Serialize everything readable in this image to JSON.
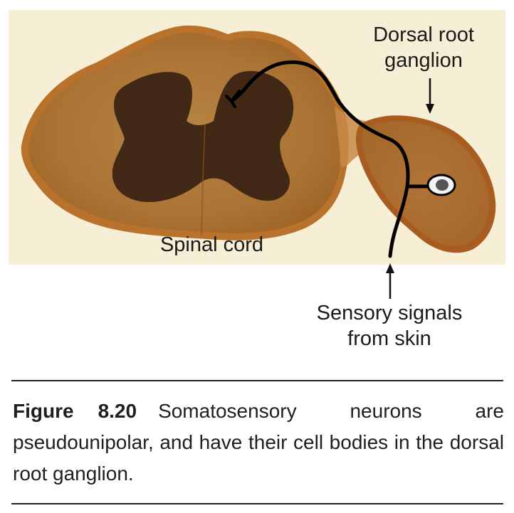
{
  "figure": {
    "labels": {
      "dorsal_root_ganglion": [
        "Dorsal root",
        "ganglion"
      ],
      "spinal_cord": "Spinal cord",
      "sensory_signals": [
        "Sensory signals",
        "from skin"
      ]
    }
  },
  "caption": {
    "label": "Figure",
    "number": "8.20",
    "text": "Somatosensory neurons are pseudounipolar, and have their cell bodies in the dorsal root ganglion."
  }
}
